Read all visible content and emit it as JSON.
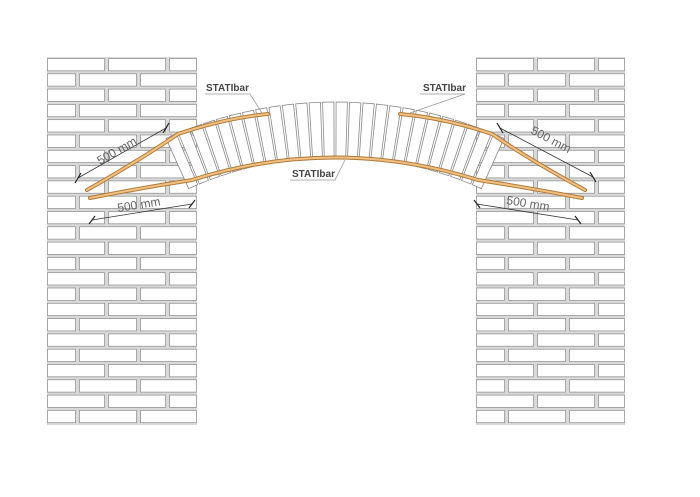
{
  "labels": {
    "bar_left": "STATIbar",
    "bar_right": "STATIbar",
    "bar_bottom": "STATIbar"
  },
  "dimensions": {
    "left_upper": "500 mm",
    "left_lower": "500 mm",
    "right_upper": "500 mm",
    "right_lower": "500 mm"
  },
  "colors": {
    "brick_stroke": "#8a8a8a",
    "mortar": "#d9d9d9",
    "bar": "#e0a860",
    "bar_edge": "#b07a3a",
    "dimension": "#333333"
  }
}
